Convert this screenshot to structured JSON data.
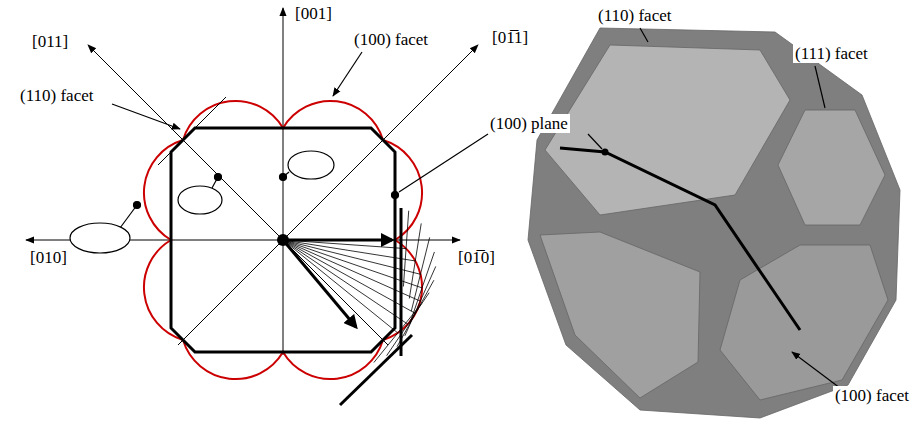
{
  "diagram": {
    "labels": [
      "[001]",
      "[011]",
      "[01̅1]",
      "[010]",
      "[01̅0]",
      "(100) facet",
      "(110) facet",
      "(100) plane",
      "(110) facet",
      "(111) facet",
      "(100) facet"
    ]
  }
}
